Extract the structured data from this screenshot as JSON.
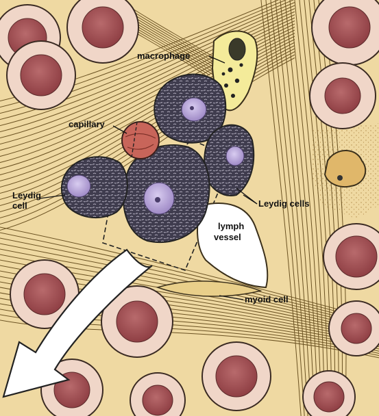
{
  "labels": {
    "macrophage": "macrophage",
    "capillary": "capillary",
    "leydig_cell_line1": "Leydig",
    "leydig_cell_line2": "cell",
    "leydig_cells": "Leydig cells",
    "lymph_vessel_line1": "lymph",
    "lymph_vessel_line2": "vessel",
    "myoid_cell": "myoid cell"
  },
  "colors": {
    "stroma": "#efd9a2",
    "fiber": "#6b5222",
    "tubule_wall": "#f0d6c8",
    "tubule_core": "#a85558",
    "leydig_cytoplasm": "#3e3b4c",
    "leydig_nucleus": "#b7a8d8",
    "capillary": "#c8655a",
    "macrophage": "#f4eb9a",
    "lymph_lumen": "#ffffff",
    "arrow": "#ffffff",
    "stipple_region": "#f3dd98"
  },
  "icons": {
    "orientation_arrow": "arrow-down-left-icon"
  }
}
